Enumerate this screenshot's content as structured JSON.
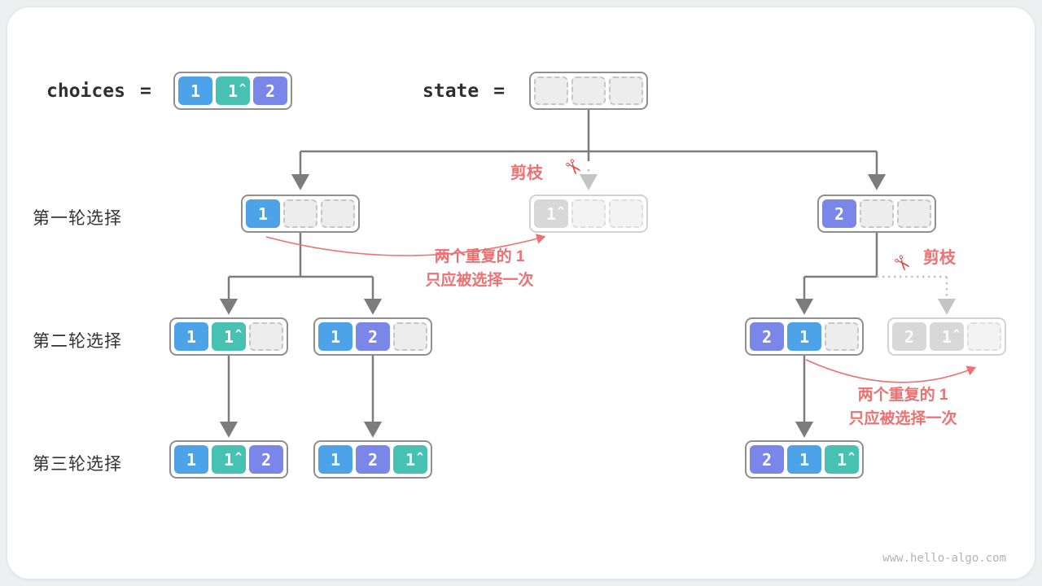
{
  "colors": {
    "blue": "#4da3e8",
    "teal": "#47c1b2",
    "purple": "#7a86e8",
    "coral": "#ee7070",
    "arrow": "#7c7c7c"
  },
  "header": {
    "choices_label": "choices",
    "choices_equals": "=",
    "state_label": "state",
    "state_equals": "="
  },
  "rows": [
    {
      "label": "第一轮选择"
    },
    {
      "label": "第二轮选择"
    },
    {
      "label": "第三轮选择"
    }
  ],
  "annotations": {
    "prune_top": "剪枝",
    "prune_right": "剪枝",
    "scissors_glyph": "✂",
    "dup_top_line1": "两个重复的 1",
    "dup_top_line2": "只应被选择一次",
    "dup_right_line1": "两个重复的 1",
    "dup_right_line2": "只应被选择一次"
  },
  "footer": {
    "watermark": "www.hello-algo.com"
  },
  "nodes": {
    "choices": {
      "cells": [
        {
          "text": "1",
          "color": "blue"
        },
        {
          "text": "1̂",
          "color": "teal"
        },
        {
          "text": "2",
          "color": "purple"
        }
      ]
    },
    "state": {
      "cells": [
        {
          "text": "",
          "color": "empty"
        },
        {
          "text": "",
          "color": "empty"
        },
        {
          "text": "",
          "color": "empty"
        }
      ]
    },
    "l1_left": {
      "cells": [
        {
          "text": "1",
          "color": "blue"
        },
        {
          "text": "",
          "color": "empty"
        },
        {
          "text": "",
          "color": "empty"
        }
      ]
    },
    "l1_mid": {
      "pruned": true,
      "cells": [
        {
          "text": "1̂",
          "color": "gray"
        },
        {
          "text": "",
          "color": "empty"
        },
        {
          "text": "",
          "color": "empty"
        }
      ]
    },
    "l1_right": {
      "cells": [
        {
          "text": "2",
          "color": "purple"
        },
        {
          "text": "",
          "color": "empty"
        },
        {
          "text": "",
          "color": "empty"
        }
      ]
    },
    "l2_a": {
      "cells": [
        {
          "text": "1",
          "color": "blue"
        },
        {
          "text": "1̂",
          "color": "teal"
        },
        {
          "text": "",
          "color": "empty"
        }
      ]
    },
    "l2_b": {
      "cells": [
        {
          "text": "1",
          "color": "blue"
        },
        {
          "text": "2",
          "color": "purple"
        },
        {
          "text": "",
          "color": "empty"
        }
      ]
    },
    "l2_c": {
      "cells": [
        {
          "text": "2",
          "color": "purple"
        },
        {
          "text": "1",
          "color": "blue"
        },
        {
          "text": "",
          "color": "empty"
        }
      ]
    },
    "l2_d": {
      "pruned": true,
      "cells": [
        {
          "text": "2",
          "color": "gray"
        },
        {
          "text": "1̂",
          "color": "gray"
        },
        {
          "text": "",
          "color": "empty"
        }
      ]
    },
    "l3_a": {
      "cells": [
        {
          "text": "1",
          "color": "blue"
        },
        {
          "text": "1̂",
          "color": "teal"
        },
        {
          "text": "2",
          "color": "purple"
        }
      ]
    },
    "l3_b": {
      "cells": [
        {
          "text": "1",
          "color": "blue"
        },
        {
          "text": "2",
          "color": "purple"
        },
        {
          "text": "1̂",
          "color": "teal"
        }
      ]
    },
    "l3_c": {
      "cells": [
        {
          "text": "2",
          "color": "purple"
        },
        {
          "text": "1",
          "color": "blue"
        },
        {
          "text": "1̂",
          "color": "teal"
        }
      ]
    }
  }
}
